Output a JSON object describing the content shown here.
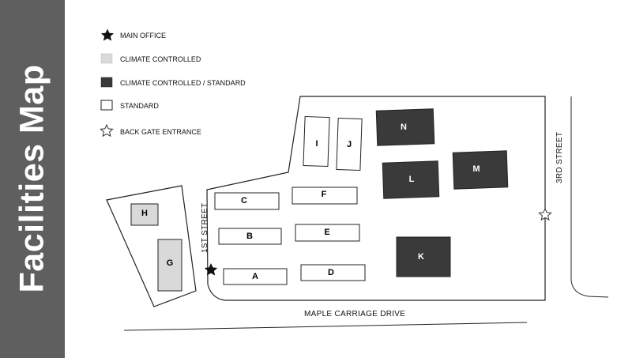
{
  "title": "Facilities Map",
  "legend": [
    {
      "key": "main-office",
      "label": "MAIN OFFICE",
      "symbol": "star-filled"
    },
    {
      "key": "climate-controlled",
      "label": "CLIMATE CONTROLLED",
      "swatch": "#d9d9d9"
    },
    {
      "key": "climate-standard",
      "label": "CLIMATE CONTROLLED / STANDARD",
      "swatch": "#3a3a3a"
    },
    {
      "key": "standard",
      "label": "STANDARD",
      "swatch": "#ffffff"
    },
    {
      "key": "back-gate",
      "label": "BACK GATE ENTRANCE",
      "symbol": "star-outline"
    }
  ],
  "buildings": [
    {
      "id": "A",
      "label": "A",
      "type": "standard"
    },
    {
      "id": "B",
      "label": "B",
      "type": "standard"
    },
    {
      "id": "C",
      "label": "C",
      "type": "standard"
    },
    {
      "id": "D",
      "label": "D",
      "type": "standard"
    },
    {
      "id": "E",
      "label": "E",
      "type": "standard"
    },
    {
      "id": "F",
      "label": "F",
      "type": "standard"
    },
    {
      "id": "G",
      "label": "G",
      "type": "climate-controlled"
    },
    {
      "id": "H",
      "label": "H",
      "type": "climate-controlled"
    },
    {
      "id": "I",
      "label": "I",
      "type": "standard"
    },
    {
      "id": "J",
      "label": "J",
      "type": "standard"
    },
    {
      "id": "K",
      "label": "K",
      "type": "climate-standard"
    },
    {
      "id": "L",
      "label": "L",
      "type": "climate-standard"
    },
    {
      "id": "M",
      "label": "M",
      "type": "climate-standard"
    },
    {
      "id": "N",
      "label": "N",
      "type": "climate-standard"
    }
  ],
  "streets": {
    "first": "1ST STREET",
    "third": "3RD STREET",
    "maple": "MAPLE CARRIAGE DRIVE"
  },
  "colors": {
    "standard": "#ffffff",
    "climate-controlled": "#d9d9d9",
    "climate-standard": "#3a3a3a",
    "sidebar": "#5f5f5f"
  }
}
